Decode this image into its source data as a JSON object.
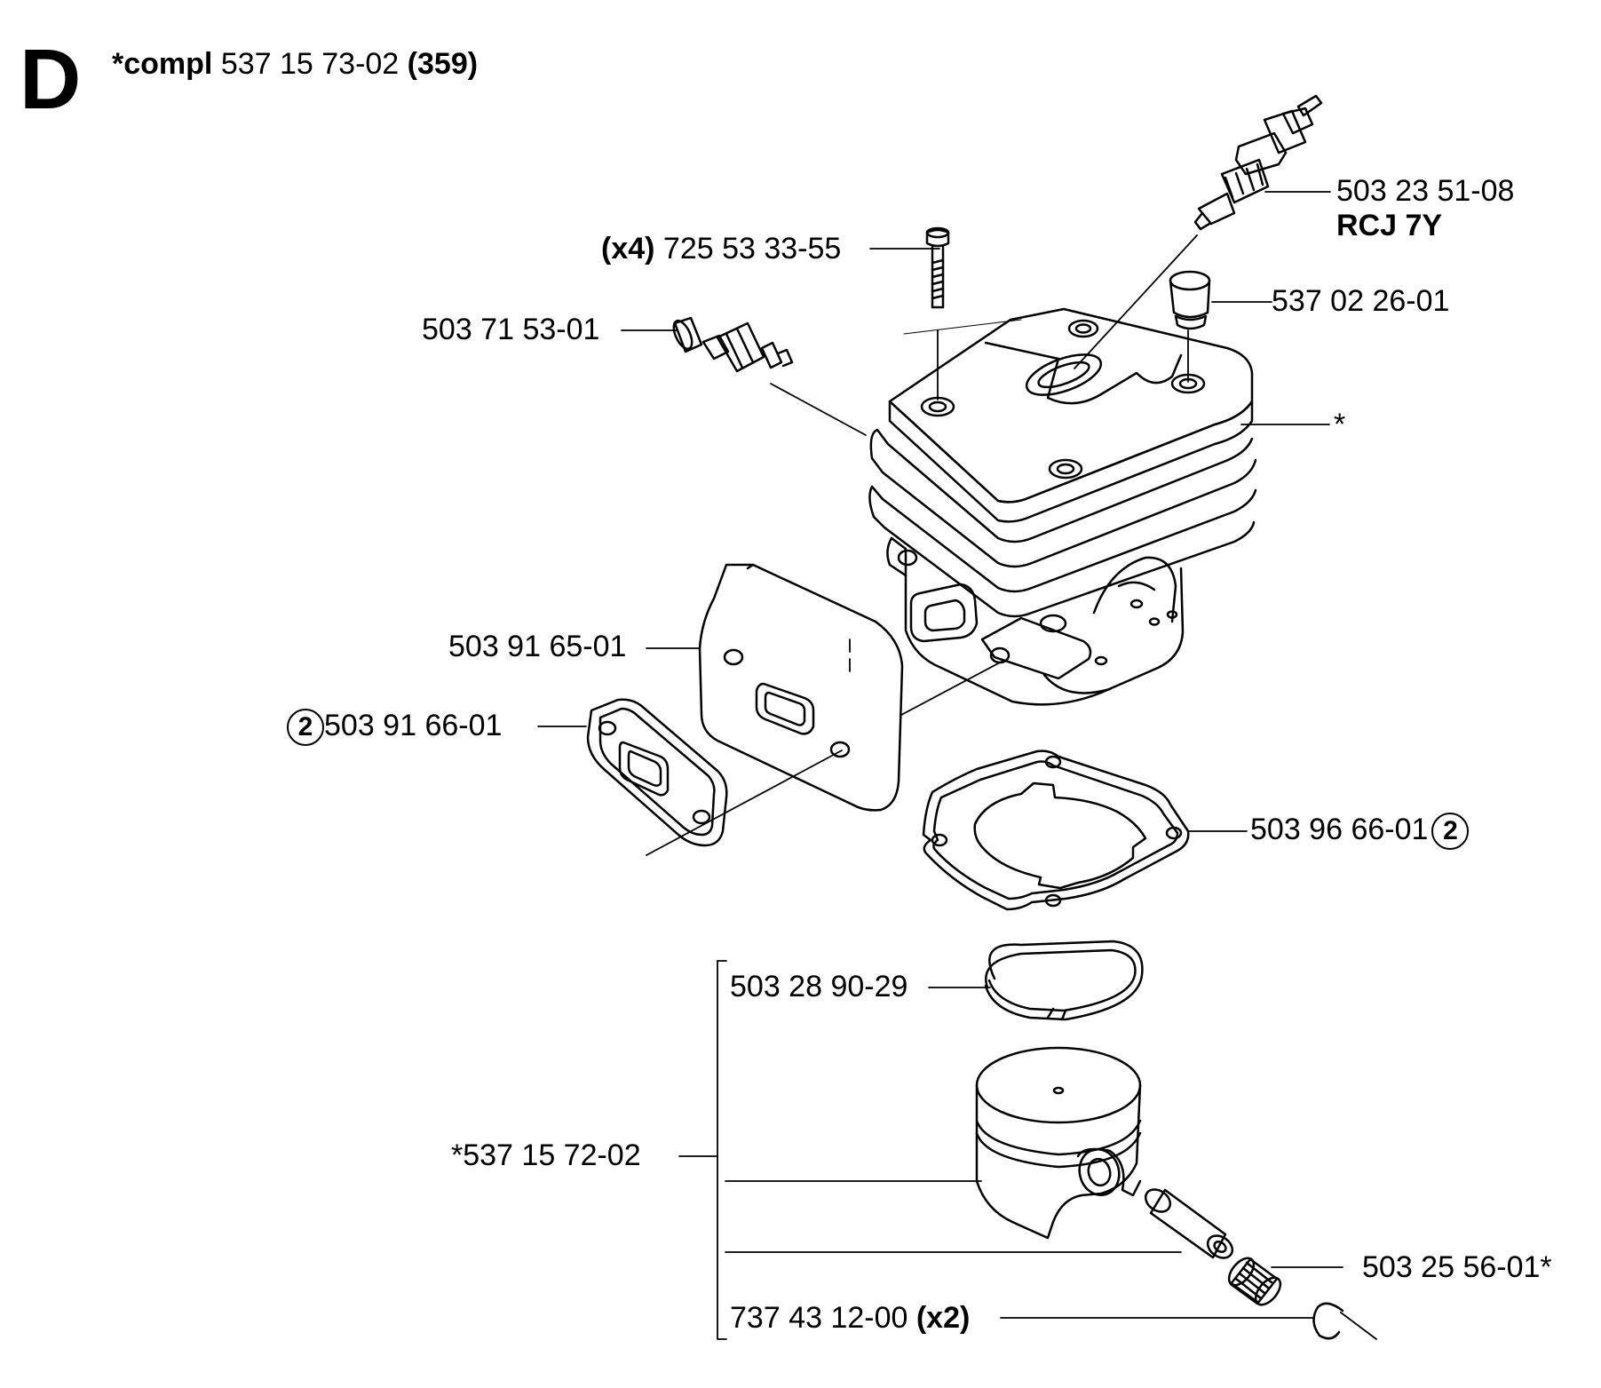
{
  "section_letter": "D",
  "header": {
    "compl_prefix": "*compl",
    "compl_number": "537 15 73-02",
    "compl_page": "(359)"
  },
  "parts": {
    "spark_plug": {
      "number": "503 23 51-08",
      "type": "RCJ 7Y"
    },
    "screw": {
      "qty": "(x4)",
      "number": "725 53 33-55"
    },
    "decompression_valve": {
      "number": "503 71 53-01"
    },
    "plug_cap": {
      "number": "537 02 26-01"
    },
    "cylinder": {
      "number": "*"
    },
    "heat_shield": {
      "number": "503 91 65-01"
    },
    "exhaust_gasket": {
      "ref": "2",
      "number": "503 91 66-01"
    },
    "cylinder_gasket": {
      "number": "503 96 66-01",
      "ref": "2"
    },
    "piston_ring": {
      "number": "503 28 90-29"
    },
    "piston_kit": {
      "number": "*537 15 72-02"
    },
    "needle_bearing": {
      "number": "503 25 56-01*"
    },
    "circlip": {
      "number": "737 43 12-00",
      "qty": "(x2)"
    }
  }
}
